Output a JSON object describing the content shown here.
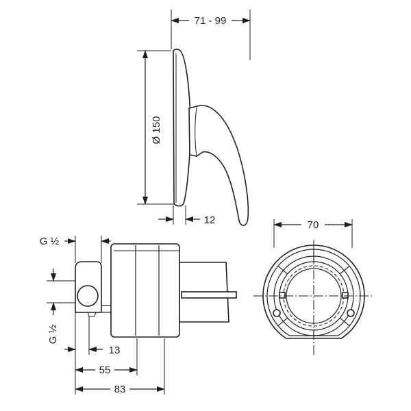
{
  "dims": {
    "mount_depth": "71 - 99",
    "rosette_diameter": "Ø 150",
    "rosette_thickness": "12",
    "front_width": "70",
    "thread_top": "G ½",
    "thread_side": "G ½",
    "offset": "13",
    "body_depth": "55",
    "total_depth": "83"
  }
}
